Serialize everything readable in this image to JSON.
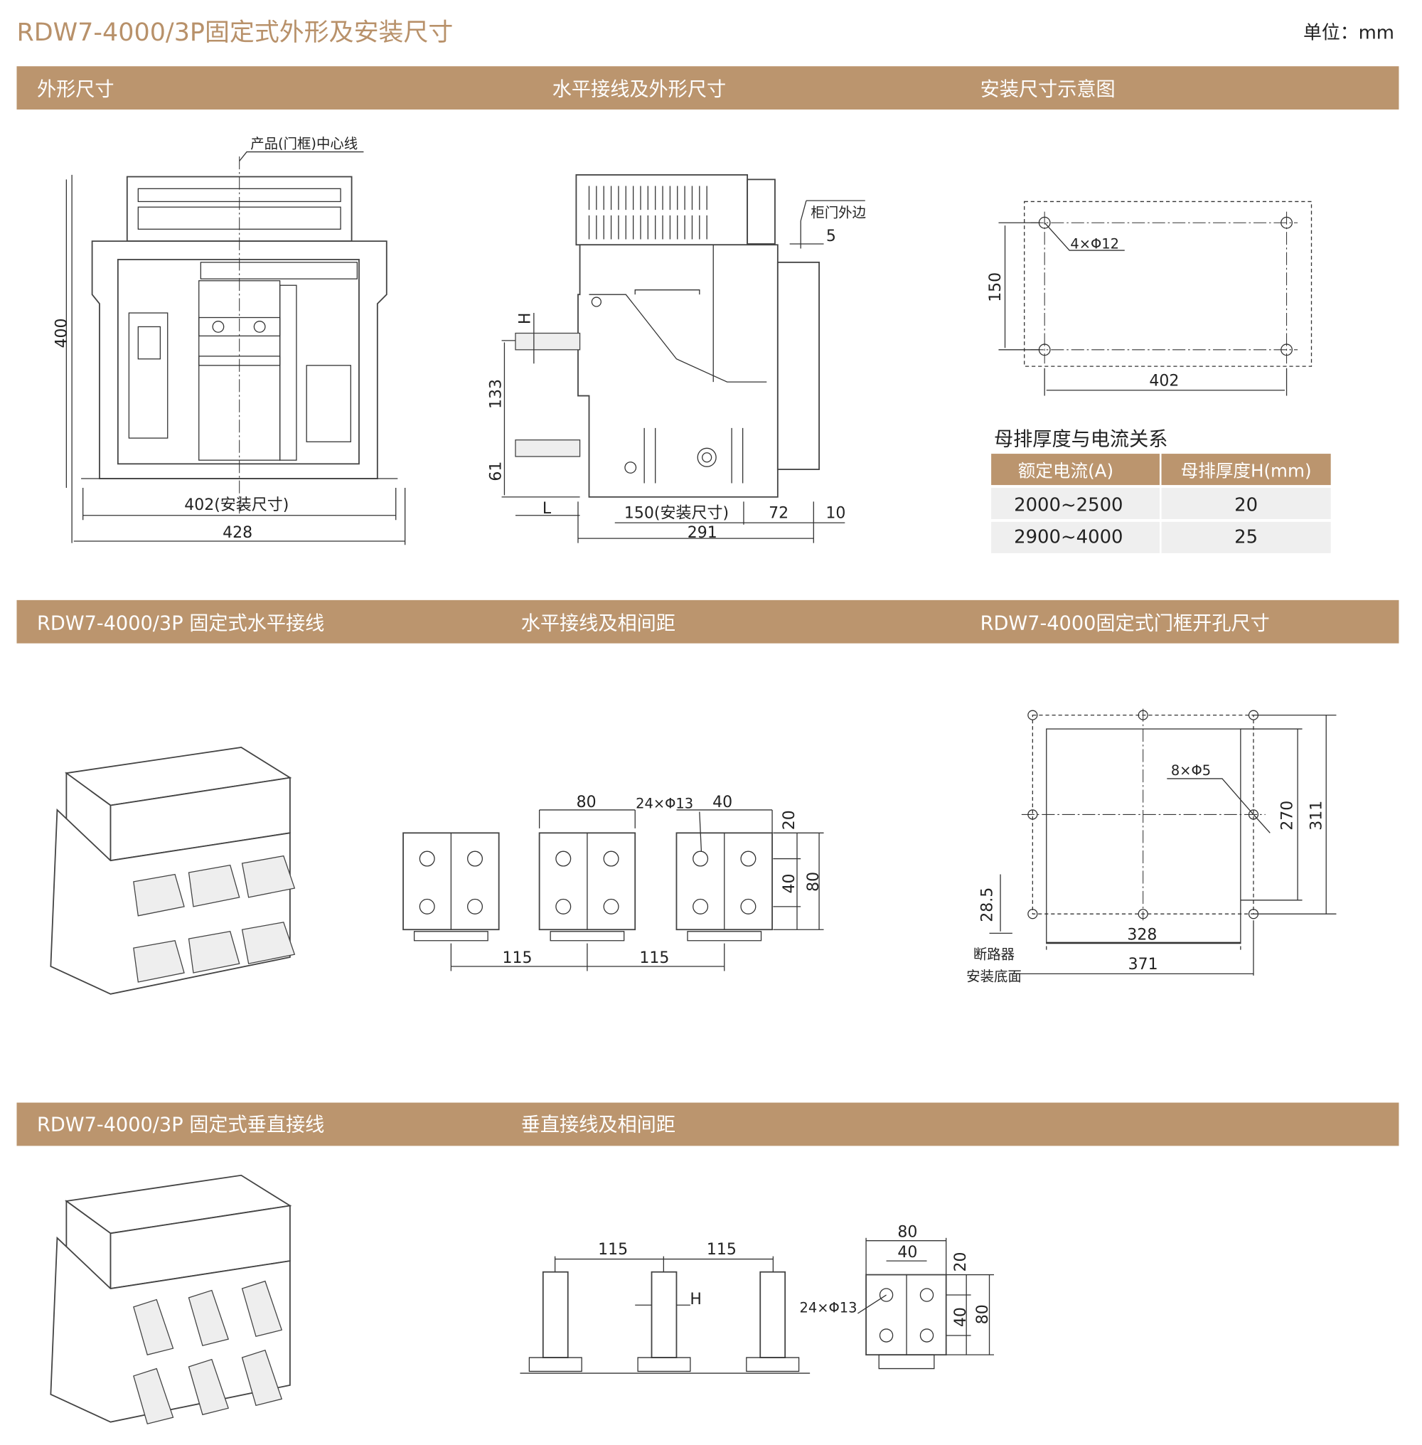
{
  "page": {
    "title": "RDW7-4000/3P固定式外形及安装尺寸",
    "unit": "单位：mm"
  },
  "colors": {
    "accent": "#bb956e",
    "title": "#b8916a",
    "table_row": "#efefef"
  },
  "sections": [
    {
      "headers": [
        "外形尺寸",
        "水平接线及外形尺寸",
        "安装尺寸示意图"
      ]
    },
    {
      "headers": [
        "RDW7-4000/3P  固定式水平接线",
        "水平接线及相间距",
        "RDW7-4000固定式门框开孔尺寸"
      ]
    },
    {
      "headers": [
        "RDW7-4000/3P  固定式垂直接线",
        "垂直接线及相间距"
      ]
    }
  ],
  "outline": {
    "centerline": "产品(门框)中心线",
    "height": "400",
    "mount_width": "402(安装尺寸)",
    "width": "428"
  },
  "side": {
    "door_edge": "柜门外边",
    "d5": "5",
    "h": "H",
    "d133": "133",
    "d61": "61",
    "l": "L",
    "mount": "150(安装尺寸)",
    "d72": "72",
    "d10": "10",
    "d291": "291"
  },
  "mounting": {
    "holes": "4×Φ12",
    "d150": "150",
    "d402": "402"
  },
  "busbar_table": {
    "title": "母排厚度与电流关系",
    "headers": [
      "额定电流(A)",
      "母排厚度H(mm)"
    ],
    "rows": [
      [
        "2000~2500",
        "20"
      ],
      [
        "2900~4000",
        "25"
      ]
    ]
  },
  "horizontal": {
    "d80": "80",
    "holes": "24×Φ13",
    "d40": "40",
    "d20": "20",
    "d40v": "40",
    "d80v": "80",
    "p1": "115",
    "p2": "115"
  },
  "door_cutout": {
    "holes": "8×Φ5",
    "d270": "270",
    "d311": "311",
    "d28": "28.5",
    "d328": "328",
    "d371": "371",
    "base1": "断路器",
    "base2": "安装底面"
  },
  "vertical": {
    "p1": "115",
    "p2": "115",
    "h": "H",
    "holes": "24×Φ13",
    "d80": "80",
    "d40": "40",
    "d20": "20",
    "d40v": "40",
    "d80v": "80"
  }
}
